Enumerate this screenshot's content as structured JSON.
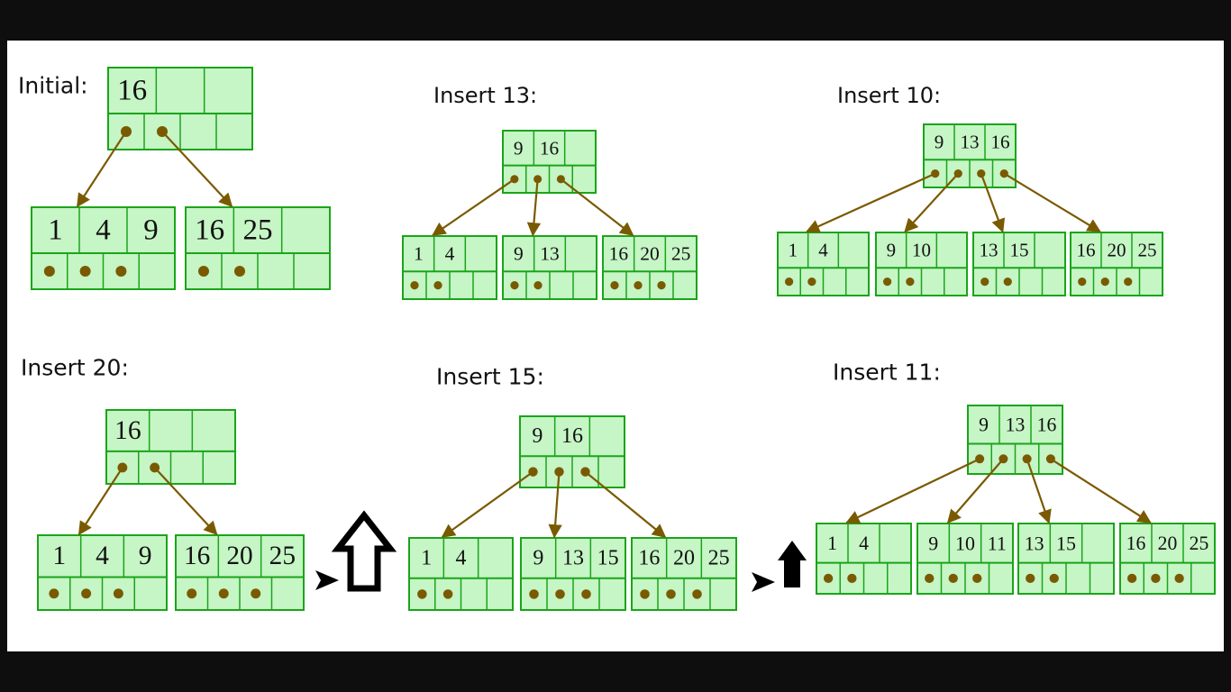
{
  "colors": {
    "node_fill": "#c6f5c6",
    "node_stroke": "#1aa51a",
    "pointer": "#7a5a00",
    "background": "#ffffff",
    "frame": "#0e0e0e",
    "step_arrow": "#000000"
  },
  "panels": [
    {
      "label": "Initial:",
      "root": {
        "keys": [
          "16",
          "",
          ""
        ],
        "pointers": 2
      },
      "children": [
        {
          "keys": [
            "1",
            "4",
            "9"
          ],
          "pointers": 3
        },
        {
          "keys": [
            "16",
            "25",
            ""
          ],
          "pointers": 2
        }
      ]
    },
    {
      "label": "Insert 13:",
      "root": {
        "keys": [
          "9",
          "16",
          ""
        ],
        "pointers": 3
      },
      "children": [
        {
          "keys": [
            "1",
            "4",
            ""
          ],
          "pointers": 2
        },
        {
          "keys": [
            "9",
            "13",
            ""
          ],
          "pointers": 2
        },
        {
          "keys": [
            "16",
            "20",
            "25"
          ],
          "pointers": 3
        }
      ]
    },
    {
      "label": "Insert 10:",
      "root": {
        "keys": [
          "9",
          "13",
          "16"
        ],
        "pointers": 4
      },
      "children": [
        {
          "keys": [
            "1",
            "4",
            ""
          ],
          "pointers": 2
        },
        {
          "keys": [
            "9",
            "10",
            ""
          ],
          "pointers": 2
        },
        {
          "keys": [
            "13",
            "15",
            ""
          ],
          "pointers": 2
        },
        {
          "keys": [
            "16",
            "20",
            "25"
          ],
          "pointers": 3
        }
      ]
    },
    {
      "label": "Insert 20:",
      "root": {
        "keys": [
          "16",
          "",
          ""
        ],
        "pointers": 2
      },
      "children": [
        {
          "keys": [
            "1",
            "4",
            "9"
          ],
          "pointers": 3
        },
        {
          "keys": [
            "16",
            "20",
            "25"
          ],
          "pointers": 3
        }
      ]
    },
    {
      "label": "Insert 15:",
      "root": {
        "keys": [
          "9",
          "16",
          ""
        ],
        "pointers": 3
      },
      "children": [
        {
          "keys": [
            "1",
            "4",
            ""
          ],
          "pointers": 2
        },
        {
          "keys": [
            "9",
            "13",
            "15"
          ],
          "pointers": 3
        },
        {
          "keys": [
            "16",
            "20",
            "25"
          ],
          "pointers": 3
        }
      ]
    },
    {
      "label": "Insert 11:",
      "root": {
        "keys": [
          "9",
          "13",
          "16"
        ],
        "pointers": 4
      },
      "children": [
        {
          "keys": [
            "1",
            "4",
            ""
          ],
          "pointers": 2
        },
        {
          "keys": [
            "9",
            "10",
            "11"
          ],
          "pointers": 3
        },
        {
          "keys": [
            "13",
            "15",
            ""
          ],
          "pointers": 2
        },
        {
          "keys": [
            "16",
            "20",
            "25"
          ],
          "pointers": 3
        }
      ]
    }
  ],
  "step_arrows": [
    "hollow-up-arrow",
    "solid-up-arrow"
  ]
}
